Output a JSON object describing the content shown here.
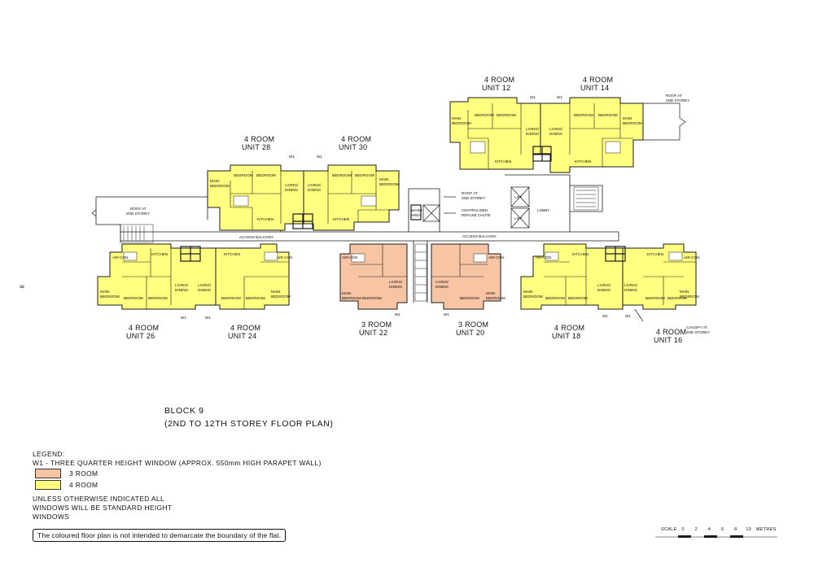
{
  "block": {
    "title": "BLOCK 9",
    "subtitle": "(2ND TO 12TH STOREY FLOOR PLAN)"
  },
  "page_number": "8",
  "colors": {
    "four_room": "#ffff80",
    "three_room": "#f7c4a4",
    "line": "#1a1a1a"
  },
  "units": [
    {
      "id": "u12",
      "type": "4 ROOM",
      "unit": "UNIT 12",
      "color": "four_room"
    },
    {
      "id": "u14",
      "type": "4 ROOM",
      "unit": "UNIT 14",
      "color": "four_room"
    },
    {
      "id": "u28",
      "type": "4 ROOM",
      "unit": "UNIT 28",
      "color": "four_room"
    },
    {
      "id": "u30",
      "type": "4 ROOM",
      "unit": "UNIT 30",
      "color": "four_room"
    },
    {
      "id": "u26",
      "type": "4 ROOM",
      "unit": "UNIT 26",
      "color": "four_room"
    },
    {
      "id": "u24",
      "type": "4 ROOM",
      "unit": "UNIT 24",
      "color": "four_room"
    },
    {
      "id": "u22",
      "type": "3 ROOM",
      "unit": "UNIT 22",
      "color": "three_room"
    },
    {
      "id": "u20",
      "type": "3 ROOM",
      "unit": "UNIT 20",
      "color": "three_room"
    },
    {
      "id": "u18",
      "type": "4 ROOM",
      "unit": "UNIT 18",
      "color": "four_room"
    },
    {
      "id": "u16",
      "type": "4 ROOM",
      "unit": "UNIT 16",
      "color": "four_room"
    }
  ],
  "rooms": {
    "bedroom": "BEDROOM",
    "main_bedroom": [
      "MAIN",
      "BEDROOM"
    ],
    "living_dining": [
      "LIVING/",
      "DINING"
    ],
    "kitchen": "KITCHEN",
    "aircon": "AIR-CON",
    "window": "W1"
  },
  "annotations": {
    "roof_2nd": [
      "ROOF AT",
      "2ND STOREY"
    ],
    "roof_2nd_right": [
      "ROOF AT",
      "2ND STOREY"
    ],
    "roof_2nd_left": [
      "ROOF AT",
      "2ND STOREY"
    ],
    "refuse_chute": [
      "CENTRALISED",
      "REFUSE CHUTE"
    ],
    "wash_area": [
      "WASH",
      "AREA"
    ],
    "lift": "LIFT",
    "lobby": "LOBBY",
    "access_balcony": "ACCESS BALCONY",
    "canopy": [
      "CANOPY AT",
      "2ND STOREY"
    ]
  },
  "legend": {
    "heading": "LEGEND:",
    "w1_note": "W1 - THREE QUARTER HEIGHT WINDOW (APPROX. 550mm HIGH PARAPET WALL)",
    "three_room": "3 ROOM",
    "four_room": "4 ROOM",
    "windows_note": "UNLESS OTHERWISE INDICATED ALL WINDOWS WILL BE STANDARD HEIGHT WINDOWS"
  },
  "disclaimer": "The coloured floor plan is not intended to demarcate the boundary of the flat.",
  "scale": {
    "label": "SCALE",
    "ticks": [
      "0",
      "2",
      "4",
      "6",
      "8",
      "10"
    ],
    "unit": "METRES"
  }
}
